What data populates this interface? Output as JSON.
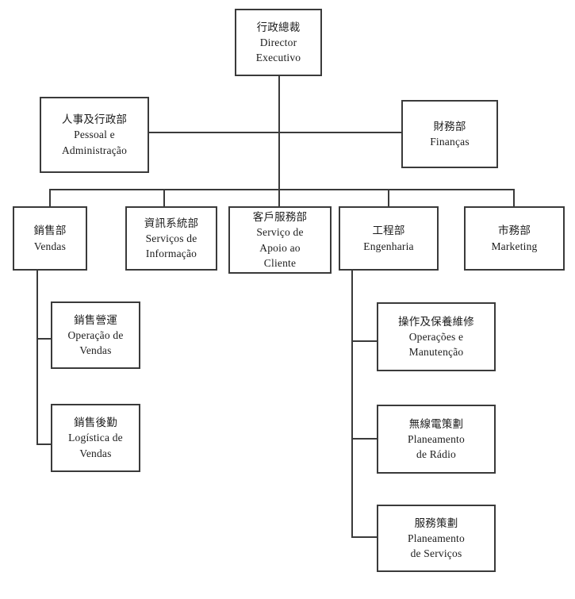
{
  "diagram": {
    "type": "org-chart",
    "line_color": "#3a3a3a",
    "background": "#ffffff",
    "nodes": {
      "ceo": {
        "lines": [
          "行政總裁",
          "Director",
          "Executivo"
        ],
        "children": [
          "personnel",
          "finance",
          "sales",
          "info_services",
          "customer_service",
          "engineering",
          "marketing"
        ]
      },
      "personnel": {
        "lines": [
          "人事及行政部",
          "Pessoal e",
          "Administração"
        ],
        "children": []
      },
      "finance": {
        "lines": [
          "財務部",
          "Finanças"
        ],
        "children": []
      },
      "sales": {
        "lines": [
          "銷售部",
          "Vendas"
        ],
        "children": [
          "sales_operations",
          "sales_logistics"
        ]
      },
      "info_services": {
        "lines": [
          "資訊系統部",
          "Serviços de",
          "Informação"
        ],
        "children": []
      },
      "customer_service": {
        "lines": [
          "客戶服務部",
          "Serviço de",
          "Apoio ao",
          "Cliente"
        ],
        "children": []
      },
      "engineering": {
        "lines": [
          "工程部",
          "Engenharia"
        ],
        "children": [
          "operations_maintenance",
          "radio_planning",
          "service_planning"
        ]
      },
      "marketing": {
        "lines": [
          "市務部",
          "Marketing"
        ],
        "children": []
      },
      "sales_operations": {
        "lines": [
          "銷售營運",
          "Operação de",
          "Vendas"
        ],
        "children": []
      },
      "sales_logistics": {
        "lines": [
          "銷售後勤",
          "Logística de",
          "Vendas"
        ],
        "children": []
      },
      "operations_maintenance": {
        "lines": [
          "操作及保養維修",
          "Operações e",
          "Manutenção"
        ],
        "children": []
      },
      "radio_planning": {
        "lines": [
          "無線電策劃",
          "Planeamento",
          "de Rádio"
        ],
        "children": []
      },
      "service_planning": {
        "lines": [
          "服務策劃",
          "Planeamento",
          "de Serviços"
        ],
        "children": []
      }
    }
  }
}
